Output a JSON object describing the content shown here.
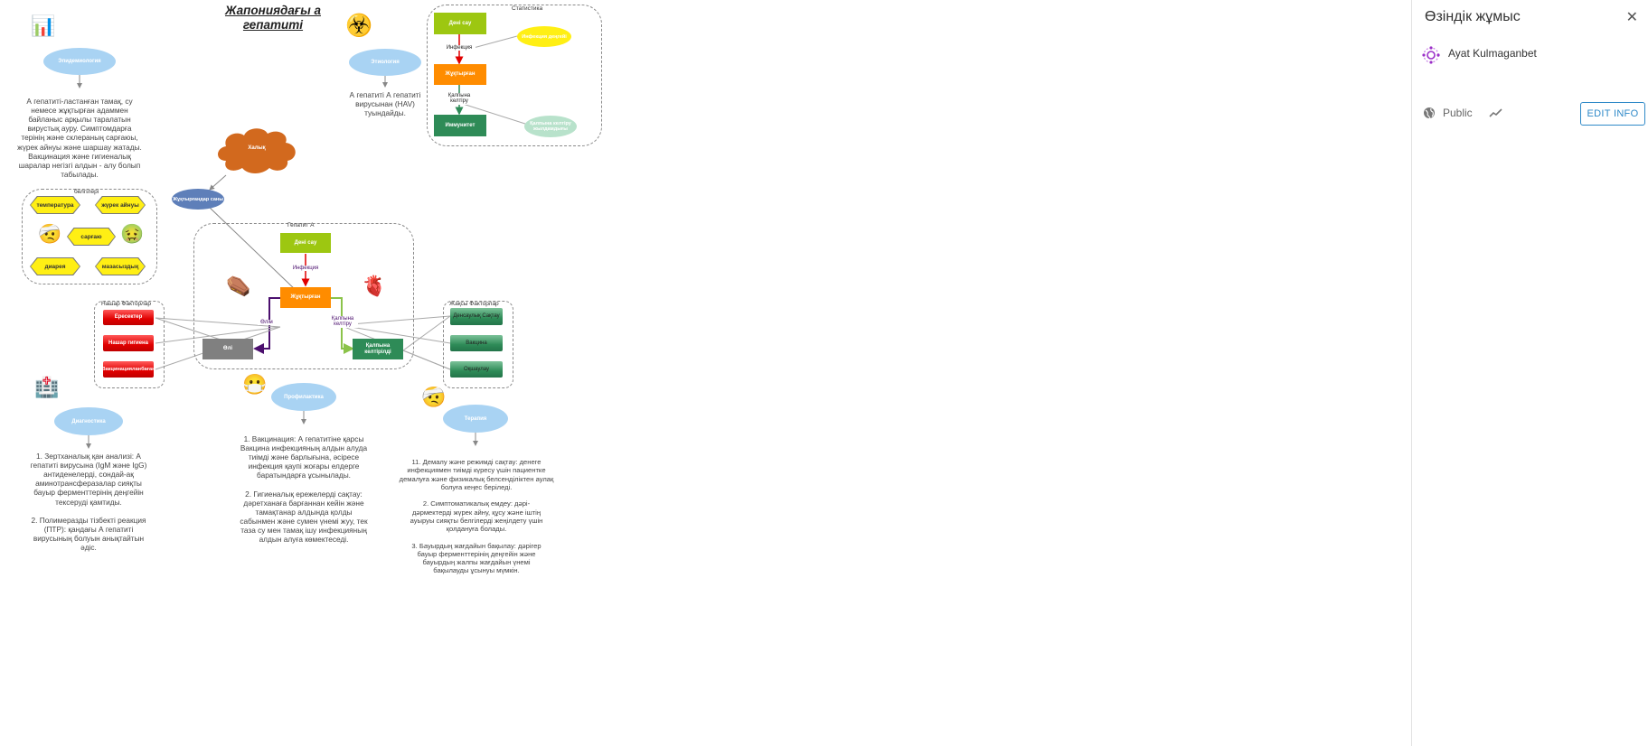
{
  "map": {
    "title": "Жапониядағы а\nгепатиті",
    "epidemiology": {
      "bubble": "Эпидемиология",
      "text": "А гепатиті-ластанған тамақ, су\nнемесе жұқтырған адаммен\nбайланыс арқылы таралатын\nвирустық ауру. Симптомдарға\nтерінің және склераның сарғаюы,\nжүрек айнуы және шаршау жатады.\nВакцинация және гигиеналық\nшаралар негізгі алдын - алу болып\nтабылады."
    },
    "etiology": {
      "bubble": "Этиология",
      "text": "А гепатиті А гепатиті\nвирусынан (HAV)\nтуындайды."
    },
    "signs": {
      "title": "белгілері",
      "items": [
        "температура",
        "жүрек айнуы",
        "сарғаю",
        "диарея",
        "мазасыздық"
      ]
    },
    "public": {
      "cloud": "Халық",
      "group": "Жұқтырғандар\nсаны"
    },
    "statistics": {
      "title": "Статистика",
      "healthy": "Дені сау",
      "infection_edge": "Инфекция",
      "infected": "Жұқтырған",
      "recover_edge": "Қалпына\nкелтіру",
      "immune": "Иммунитет",
      "ann1": "Инфекция деңгейі",
      "ann2": "Қалпына келтіру\nжылдамдығы"
    },
    "hepatitis": {
      "title": "Гепатит А",
      "healthy": "Дені сау",
      "infection_edge": "Инфекция",
      "infected": "Жұқтырған",
      "death_edge": "Өлім",
      "recover_edge": "Қалпына\nкелтіру",
      "dead": "Өлі",
      "recovered": "Қалпына\nкелтірілді"
    },
    "bad_factors": {
      "title": "Нашар Факторлар",
      "items": [
        "Ересектер",
        "Нашар\nгигиена",
        "Вакцинацияланбаған"
      ]
    },
    "good_factors": {
      "title": "Жақсы Факторлар",
      "items": [
        "Денсаулық\nСақтау",
        "Вакцина",
        "Оқшаулау"
      ]
    },
    "diagnostics": {
      "bubble": "Диагностика",
      "text": "1. Зертханалық қан анализі: А\nгепатиті вирусына (IgM және IgG)\nантиденелерді, сондай-ақ\nаминотрансферазалар сияқты\nбауыр ферменттерінің деңгейін\nтексеруді қамтиды.\n\n2. Полимеразды тізбекті реакция\n(ПТР): қандағы А гепатиті\nвирусының болуын анықтайтын\nәдіс."
    },
    "prevention": {
      "bubble": "Профилактика",
      "text": "1. Вакцинация: А гепатитіне қарсы\nВакцина инфекцияның алдын алуда\nтиімді және барлығына, әсіресе\nинфекция қаупі жоғары елдерге\nбаратындарға ұсынылады.\n\n2. Гигиеналық ережелерді сақтау:\nдәретханаға барғаннан кейін және\nтамақтанар алдында қолды\nсабынмен және сумен үнемі жуу, тек\nтаза су мен тамақ ішу инфекцияның\nалдын алуға көмектеседі."
    },
    "therapy": {
      "bubble": "Терапия",
      "text": "11. Демалу және режимді сақтау: денеге\nинфекциямен тиімді күресу үшін пациентке\nдемалуға және физикалық белсенділіктен аулақ\nболуға кеңес беріледі.\n\n2. Симптоматикалық емдеу: дәрі-\nдәрмектерді жүрек айну, құсу және іштің\nауыруы сияқты белгілерді жеңілдету үшін\nқолдануға болады.\n\n3. Бауырдың жағдайын бақылау: дәрігер\nбауыр ферменттерінің деңгейін және\nбауырдың жалпы жағдайын үнемі\nбақылауды ұсынуы мүмкін."
    }
  },
  "panel": {
    "title": "Өзіндік жұмыс",
    "author": "Ayat Kulmaganbet",
    "visibility": "Public",
    "edit_button": "EDIT INFO"
  },
  "colors": {
    "bubble": "#a9d3f3",
    "healthy": "#9dc711",
    "infected": "#ff8c00",
    "immune": "#2e8b57",
    "dead": "#808080",
    "cloud": "#d2691e",
    "accent": "#2e89c8"
  }
}
